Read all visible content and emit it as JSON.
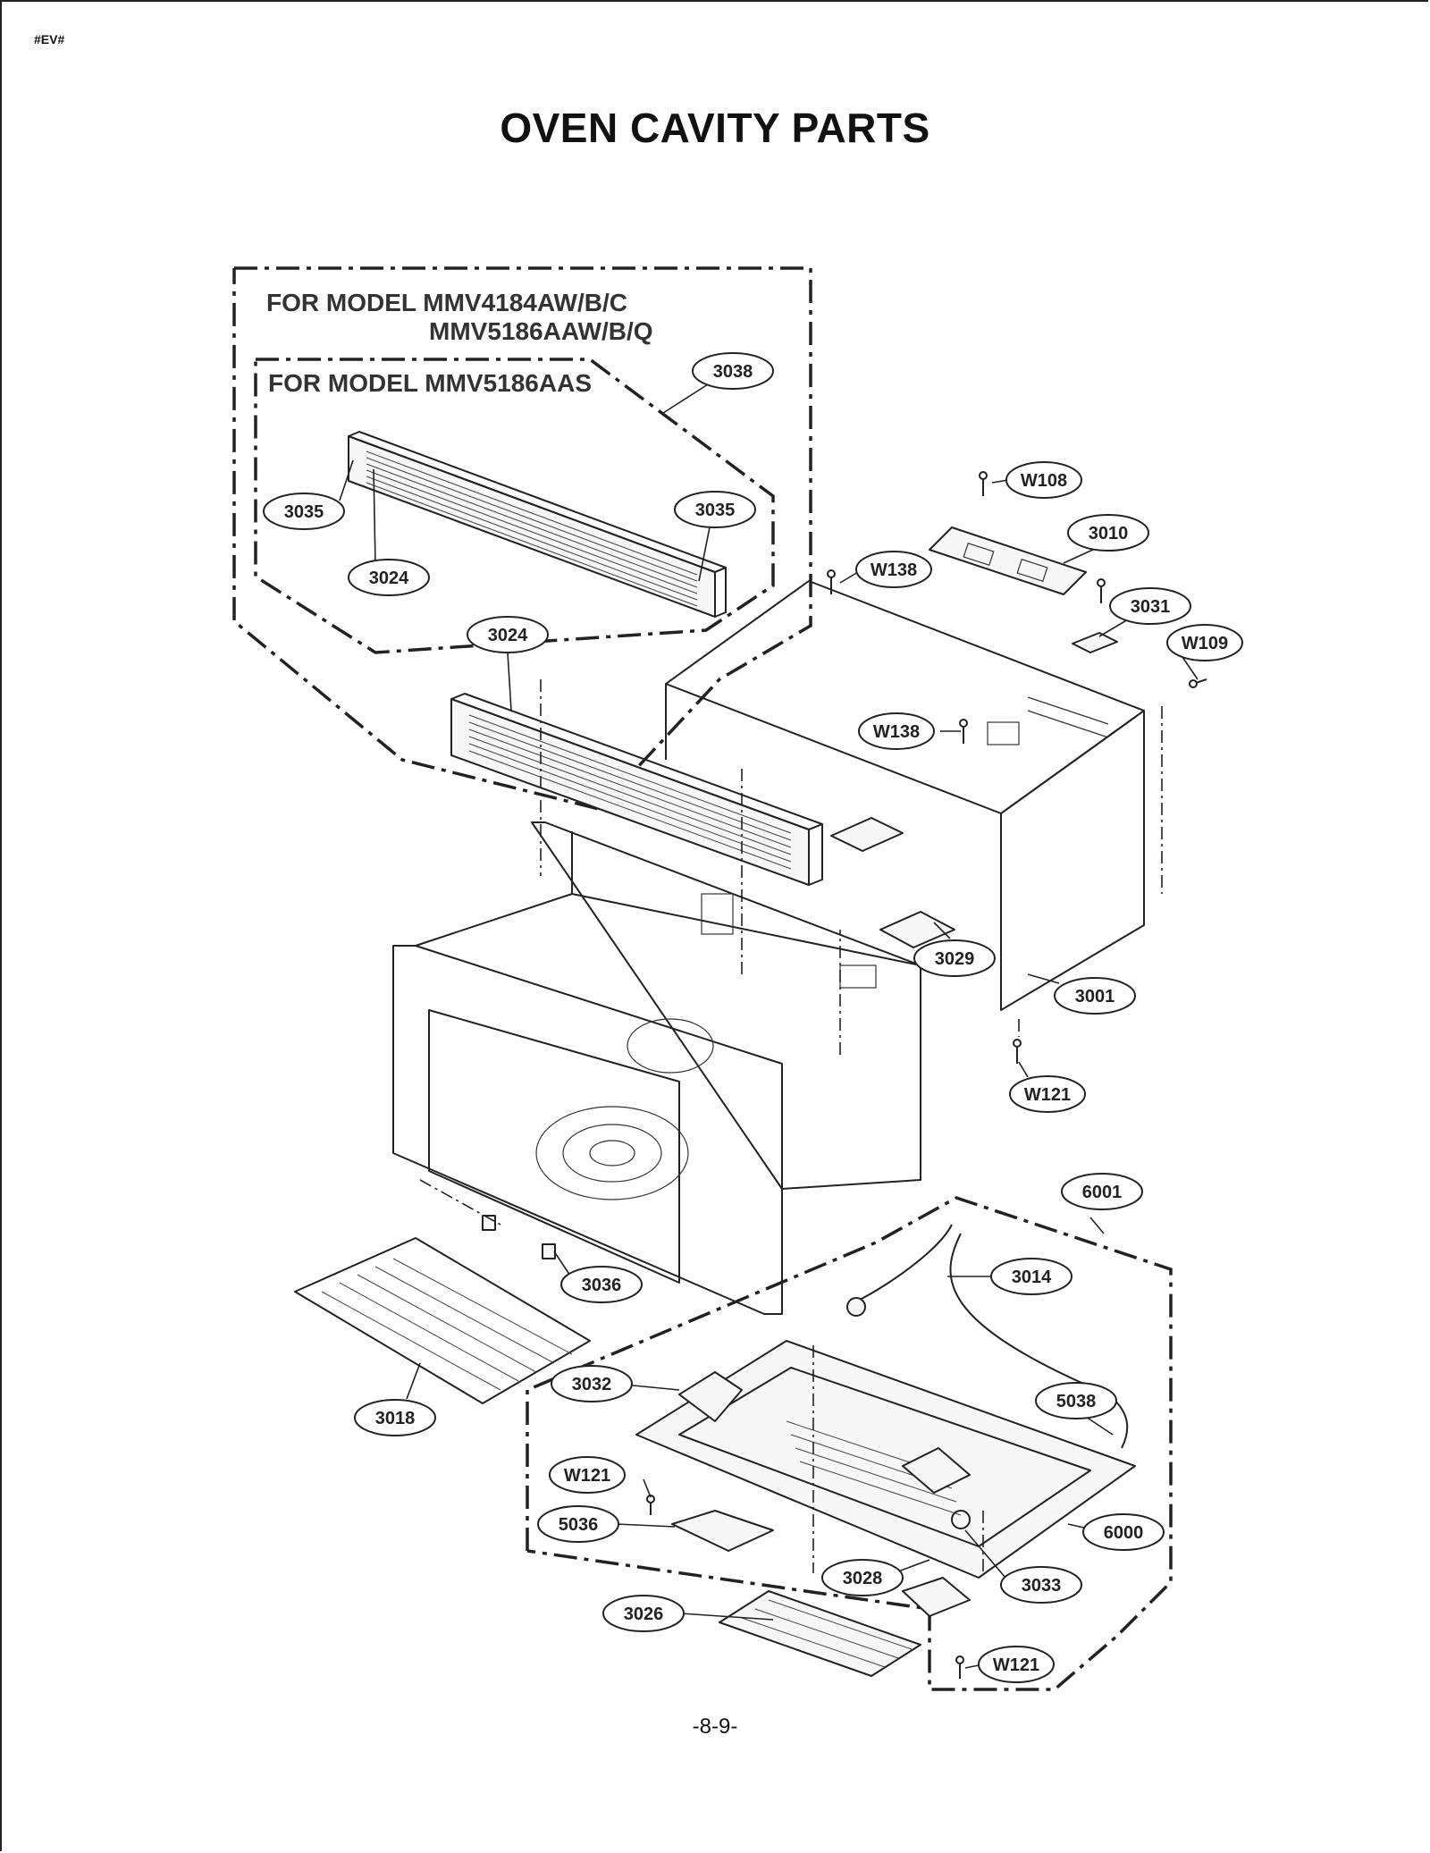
{
  "header_code": "#EV#",
  "title": "OVEN CAVITY PARTS",
  "model_notes": {
    "outer_line1": "FOR MODEL MMV4184AW/B/C",
    "outer_line2": "MMV5186AAW/B/Q",
    "inner_line1": "FOR MODEL MMV5186AAS"
  },
  "callouts": [
    {
      "id": "c3038",
      "label": "3038"
    },
    {
      "id": "c3035a",
      "label": "3035"
    },
    {
      "id": "c3035b",
      "label": "3035"
    },
    {
      "id": "c3024a",
      "label": "3024"
    },
    {
      "id": "c3024b",
      "label": "3024"
    },
    {
      "id": "cW108",
      "label": "W108"
    },
    {
      "id": "c3010",
      "label": "3010"
    },
    {
      "id": "cW138a",
      "label": "W138"
    },
    {
      "id": "c3031",
      "label": "3031"
    },
    {
      "id": "cW109",
      "label": "W109"
    },
    {
      "id": "cW138b",
      "label": "W138"
    },
    {
      "id": "c3029",
      "label": "3029"
    },
    {
      "id": "c3001",
      "label": "3001"
    },
    {
      "id": "cW121a",
      "label": "W121"
    },
    {
      "id": "c6001",
      "label": "6001"
    },
    {
      "id": "c3014",
      "label": "3014"
    },
    {
      "id": "c3036",
      "label": "3036"
    },
    {
      "id": "c3032",
      "label": "3032"
    },
    {
      "id": "c5038",
      "label": "5038"
    },
    {
      "id": "c3018",
      "label": "3018"
    },
    {
      "id": "cW121b",
      "label": "W121"
    },
    {
      "id": "c5036",
      "label": "5036"
    },
    {
      "id": "c6000",
      "label": "6000"
    },
    {
      "id": "c3028",
      "label": "3028"
    },
    {
      "id": "c3033",
      "label": "3033"
    },
    {
      "id": "c3026",
      "label": "3026"
    },
    {
      "id": "cW121c",
      "label": "W121"
    }
  ],
  "page_number": "-8-9-"
}
